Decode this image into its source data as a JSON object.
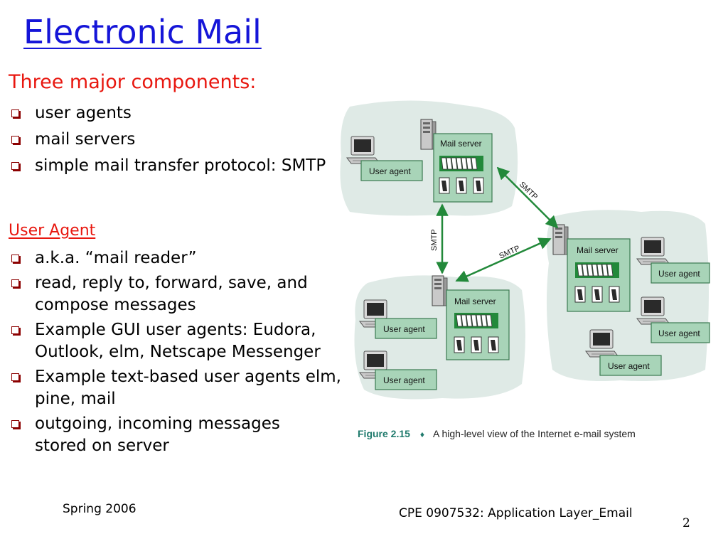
{
  "slide": {
    "title": "Electronic Mail",
    "section1": {
      "heading": "Three major components:",
      "items": [
        "user agents",
        "mail servers",
        "simple mail transfer protocol: SMTP"
      ]
    },
    "section2": {
      "heading": "User Agent",
      "items": [
        "a.k.a. “mail reader”",
        "read, reply to, forward, save, and compose messages",
        "Example GUI user agents: Eudora, Outlook, elm, Netscape Messenger",
        "Example text-based user agents elm, pine, mail",
        "outgoing, incoming messages stored on server"
      ]
    },
    "footer": {
      "left": "Spring 2006",
      "center": "CPE 0907532: Application Layer_Email",
      "page_number": "2"
    }
  },
  "figure": {
    "caption_number": "Figure 2.15",
    "caption_text": "A high-level view of the Internet e-mail system",
    "mail_server_label": "Mail server",
    "user_agent_label": "User agent",
    "smtp_label": "SMTP",
    "colors": {
      "cloud": "#dfeae6",
      "box_fill": "#a8d4b8",
      "box_border": "#3a7a50",
      "arrow": "#22893a",
      "caption_accent": "#1f7a6c"
    }
  }
}
